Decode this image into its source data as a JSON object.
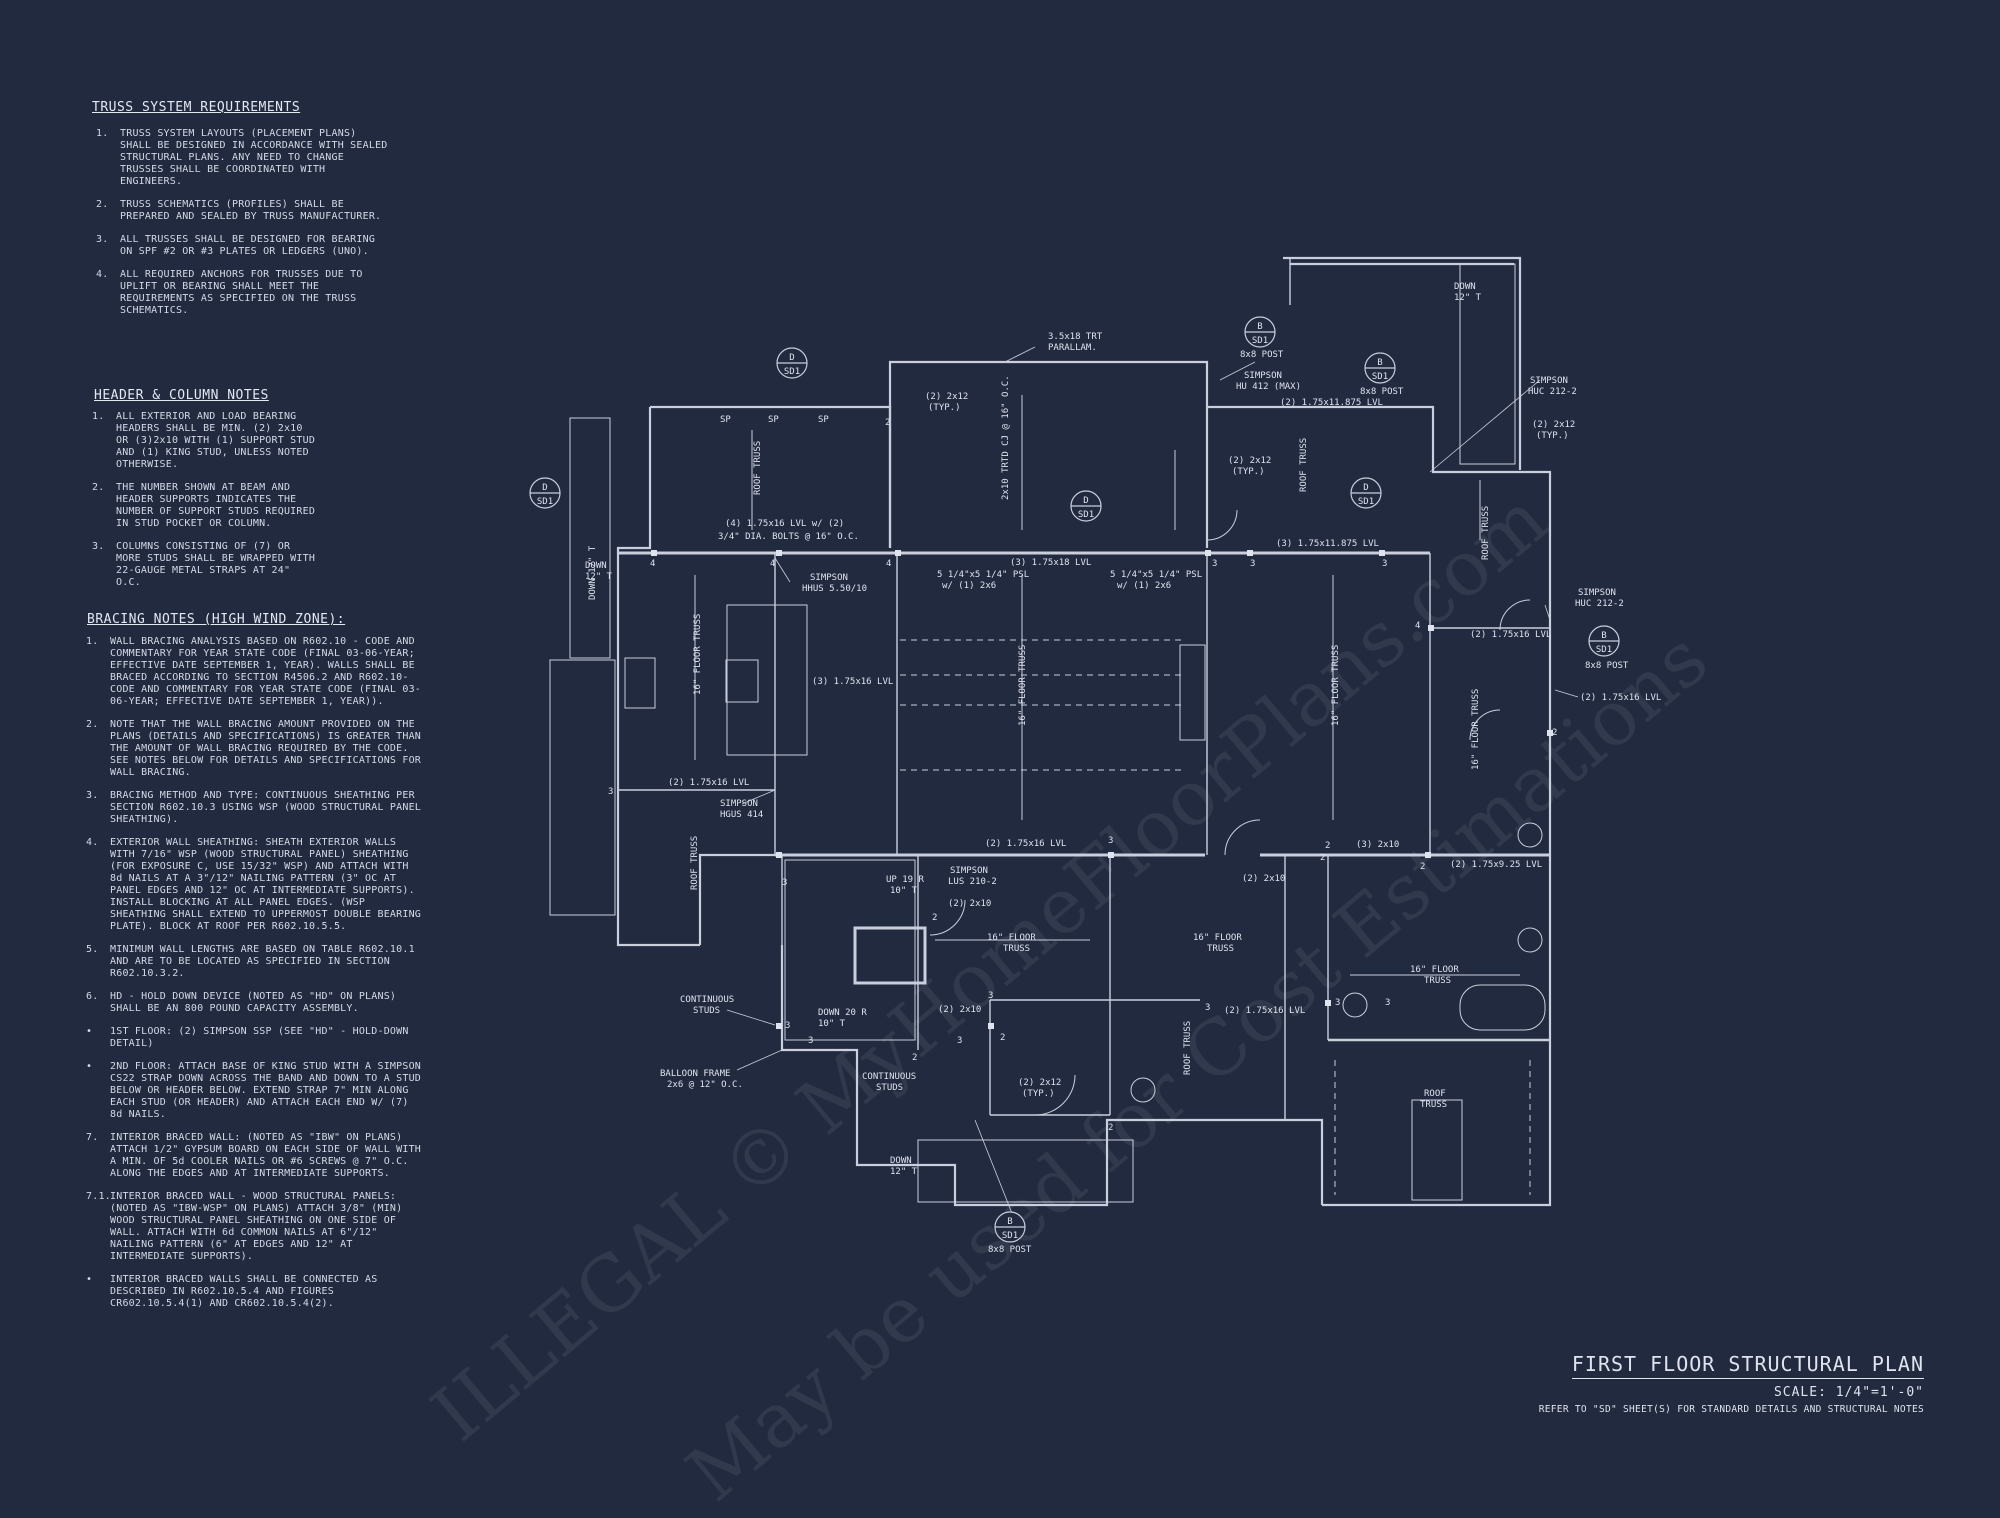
{
  "sections": {
    "truss": {
      "heading": "TRUSS SYSTEM REQUIREMENTS",
      "items": [
        {
          "num": "1.",
          "text": "TRUSS SYSTEM LAYOUTS (PLACEMENT PLANS) SHALL BE DESIGNED IN ACCORDANCE WITH SEALED STRUCTURAL PLANS. ANY NEED TO CHANGE TRUSSES SHALL BE COORDINATED WITH ENGINEERS."
        },
        {
          "num": "2.",
          "text": "TRUSS SCHEMATICS (PROFILES) SHALL BE PREPARED AND SEALED BY TRUSS MANUFACTURER."
        },
        {
          "num": "3.",
          "text": "ALL TRUSSES SHALL BE DESIGNED FOR BEARING ON SPF #2 OR #3 PLATES OR LEDGERS (UNO)."
        },
        {
          "num": "4.",
          "text": "ALL REQUIRED ANCHORS FOR TRUSSES DUE TO UPLIFT OR BEARING SHALL MEET THE REQUIREMENTS AS SPECIFIED ON THE TRUSS SCHEMATICS."
        }
      ]
    },
    "header": {
      "heading": "HEADER & COLUMN NOTES",
      "items": [
        {
          "num": "1.",
          "text": "ALL EXTERIOR AND LOAD BEARING HEADERS SHALL BE MIN. (2) 2x10 OR (3)2x10 WITH (1) SUPPORT STUD AND (1) KING STUD, UNLESS NOTED OTHERWISE."
        },
        {
          "num": "2.",
          "text": "THE NUMBER SHOWN AT BEAM AND HEADER SUPPORTS INDICATES THE NUMBER OF SUPPORT STUDS REQUIRED IN STUD POCKET OR COLUMN."
        },
        {
          "num": "3.",
          "text": "COLUMNS CONSISTING OF (7) OR MORE STUDS SHALL BE WRAPPED WITH 22-GAUGE METAL STRAPS AT 24\" O.C."
        }
      ]
    },
    "bracing": {
      "heading": "BRACING NOTES (HIGH WIND ZONE):",
      "items": [
        {
          "num": "1.",
          "text": "WALL BRACING ANALYSIS BASED ON R602.10 - CODE AND COMMENTARY FOR YEAR STATE CODE (FINAL 03-06-YEAR; EFFECTIVE DATE SEPTEMBER 1, YEAR). WALLS SHALL BE BRACED ACCORDING TO SECTION R4506.2 AND R602.10-CODE AND COMMENTARY FOR YEAR STATE CODE (FINAL 03-06-YEAR; EFFECTIVE DATE SEPTEMBER 1, YEAR))."
        },
        {
          "num": "2.",
          "text": "NOTE THAT THE WALL BRACING AMOUNT PROVIDED ON THE PLANS (DETAILS AND SPECIFICATIONS) IS GREATER THAN THE AMOUNT OF WALL BRACING REQUIRED BY THE CODE. SEE NOTES BELOW FOR DETAILS AND SPECIFICATIONS FOR WALL BRACING."
        },
        {
          "num": "3.",
          "text": "BRACING METHOD AND TYPE: CONTINUOUS SHEATHING PER SECTION R602.10.3 USING WSP (WOOD STRUCTURAL PANEL SHEATHING)."
        },
        {
          "num": "4.",
          "text": "EXTERIOR WALL SHEATHING: SHEATH EXTERIOR WALLS WITH 7/16\" WSP (WOOD STRUCTURAL PANEL) SHEATHING (FOR EXPOSURE C, USE 15/32\" WSP) AND ATTACH WITH 8d NAILS AT A 3\"/12\" NAILING PATTERN (3\" OC AT PANEL EDGES AND 12\" OC AT INTERMEDIATE SUPPORTS). INSTALL BLOCKING AT ALL PANEL EDGES. (WSP SHEATHING SHALL EXTEND TO UPPERMOST DOUBLE BEARING PLATE). BLOCK AT ROOF PER R602.10.5.5."
        },
        {
          "num": "5.",
          "text": "MINIMUM WALL LENGTHS ARE BASED ON TABLE R602.10.1 AND ARE TO BE LOCATED AS SPECIFIED IN SECTION R602.10.3.2."
        },
        {
          "num": "6.",
          "text": "HD - HOLD DOWN DEVICE (NOTED AS \"HD\" ON PLANS) SHALL BE AN 800 POUND CAPACITY ASSEMBLY."
        },
        {
          "num": "•",
          "text": "1ST FLOOR: (2) SIMPSON SSP (SEE \"HD\" - HOLD-DOWN DETAIL)"
        },
        {
          "num": "•",
          "text": "2ND FLOOR: ATTACH BASE OF KING STUD WITH A SIMPSON CS22 STRAP DOWN ACROSS THE BAND AND DOWN TO A STUD BELOW OR HEADER BELOW. EXTEND STRAP 7\" MIN ALONG EACH STUD (OR HEADER) AND ATTACH EACH END W/ (7) 8d NAILS."
        },
        {
          "num": "7.",
          "text": "INTERIOR BRACED WALL: (NOTED AS \"IBW\" ON PLANS) ATTACH 1/2\" GYPSUM BOARD ON EACH SIDE OF WALL WITH A MIN. OF 5d COOLER NAILS OR #6 SCREWS @ 7\" O.C. ALONG THE EDGES AND AT INTERMEDIATE SUPPORTS."
        },
        {
          "num": "7.1.",
          "text": "INTERIOR BRACED WALL - WOOD STRUCTURAL PANELS: (NOTED AS \"IBW-WSP\" ON PLANS) ATTACH 3/8\" (MIN) WOOD STRUCTURAL PANEL SHEATHING ON ONE SIDE OF WALL. ATTACH WITH 6d COMMON NAILS AT 6\"/12\" NAILING PATTERN (6\" AT EDGES AND 12\" AT INTERMEDIATE SUPPORTS)."
        },
        {
          "num": "•",
          "text": "INTERIOR BRACED WALLS SHALL BE CONNECTED AS DESCRIBED IN R602.10.5.4 AND FIGURES CR602.10.5.4(1) AND CR602.10.5.4(2)."
        }
      ]
    }
  },
  "plan_labels": [
    {
      "id": "l1",
      "text": "3.5x18 TRT"
    },
    {
      "id": "l2",
      "text": "PARALLAM."
    },
    {
      "id": "l3",
      "text": "(2) 2x12"
    },
    {
      "id": "l4",
      "text": "(TYP.)"
    },
    {
      "id": "l5",
      "text": "(4) 1.75x16 LVL w/ (2)"
    },
    {
      "id": "l6",
      "text": "3/4\" DIA. BOLTS @ 16\" O.C."
    },
    {
      "id": "l7",
      "text": "SIMPSON"
    },
    {
      "id": "l8",
      "text": "HHUS 5.50/10"
    },
    {
      "id": "l9",
      "text": "5 1/4\"x5 1/4\" PSL"
    },
    {
      "id": "l10",
      "text": "w/ (1) 2x6"
    },
    {
      "id": "l11",
      "text": "(3) 1.75x18 LVL"
    },
    {
      "id": "l12",
      "text": "5 1/4\"x5 1/4\" PSL"
    },
    {
      "id": "l13",
      "text": "w/ (1) 2x6"
    },
    {
      "id": "l14",
      "text": "SIMPSON"
    },
    {
      "id": "l15",
      "text": "HU 412 (MAX)"
    },
    {
      "id": "l16",
      "text": "8x8 POST"
    },
    {
      "id": "l17",
      "text": "(2) 1.75x11.875 LVL"
    },
    {
      "id": "l18",
      "text": "8x8 POST"
    },
    {
      "id": "l19",
      "text": "SIMPSON"
    },
    {
      "id": "l20",
      "text": "HUC 212-2"
    },
    {
      "id": "l21",
      "text": "(2) 2x12"
    },
    {
      "id": "l22",
      "text": "(TYP.)"
    },
    {
      "id": "l23",
      "text": "(2) 2x12"
    },
    {
      "id": "l24",
      "text": "(TYP.)"
    },
    {
      "id": "l25",
      "text": "(3) 1.75x11.875 LVL"
    },
    {
      "id": "l26",
      "text": "SIMPSON"
    },
    {
      "id": "l27",
      "text": "HUC 212-2"
    },
    {
      "id": "l28",
      "text": "(2) 1.75x16 LVL"
    },
    {
      "id": "l29",
      "text": "8x8 POST"
    },
    {
      "id": "l30",
      "text": "(2) 1.75x16 LVL"
    },
    {
      "id": "l31",
      "text": "(3) 1.75x16 LVL"
    },
    {
      "id": "l32",
      "text": "(2) 1.75x16 LVL"
    },
    {
      "id": "l33",
      "text": "SIMPSON"
    },
    {
      "id": "l34",
      "text": "HGUS 414"
    },
    {
      "id": "l35",
      "text": "(2) 1.75x16 LVL"
    },
    {
      "id": "l36",
      "text": "SIMPSON"
    },
    {
      "id": "l37",
      "text": "LUS 210-2"
    },
    {
      "id": "l38",
      "text": "(2) 2x10"
    },
    {
      "id": "l39",
      "text": "(2) 2x10"
    },
    {
      "id": "l40",
      "text": "(3) 2x10"
    },
    {
      "id": "l41",
      "text": "(2) 1.75x9.25 LVL"
    },
    {
      "id": "l42",
      "text": "CONTINUOUS"
    },
    {
      "id": "l43",
      "text": "STUDS"
    },
    {
      "id": "l44",
      "text": "(2) 2x10"
    },
    {
      "id": "l45",
      "text": "(2) 1.75x16 LVL"
    },
    {
      "id": "l46",
      "text": "BALLOON FRAME"
    },
    {
      "id": "l47",
      "text": "2x6 @ 12\" O.C."
    },
    {
      "id": "l48",
      "text": "CONTINUOUS"
    },
    {
      "id": "l49",
      "text": "STUDS"
    },
    {
      "id": "l50",
      "text": "(2) 2x12"
    },
    {
      "id": "l51",
      "text": "(TYP.)"
    },
    {
      "id": "l52",
      "text": "8x8 POST"
    },
    {
      "id": "l53",
      "text": "DOWN"
    },
    {
      "id": "l54",
      "text": "12\" T"
    },
    {
      "id": "l55",
      "text": "UP 19 R"
    },
    {
      "id": "l56",
      "text": "10\" T"
    },
    {
      "id": "l57",
      "text": "DOWN 20 R"
    },
    {
      "id": "l58",
      "text": "10\" T"
    },
    {
      "id": "l59",
      "text": "DOWN"
    },
    {
      "id": "l60",
      "text": "12\" T"
    },
    {
      "id": "l61",
      "text": "DOWN"
    },
    {
      "id": "l62",
      "text": "12\" T"
    },
    {
      "id": "l63",
      "text": "16\" FLOOR"
    },
    {
      "id": "l64",
      "text": "TRUSS"
    },
    {
      "id": "l65",
      "text": "16\" FLOOR"
    },
    {
      "id": "l66",
      "text": "TRUSS"
    },
    {
      "id": "l67",
      "text": "16\" FLOOR"
    },
    {
      "id": "l68",
      "text": "TRUSS"
    },
    {
      "id": "l69",
      "text": "ROOF"
    },
    {
      "id": "l70",
      "text": "TRUSS"
    },
    {
      "id": "l71",
      "text": "SP"
    },
    {
      "id": "l72",
      "text": "SP"
    },
    {
      "id": "l73",
      "text": "SP"
    }
  ],
  "vertical_labels": [
    {
      "id": "v1",
      "text": "ROOF TRUSS"
    },
    {
      "id": "v2",
      "text": "2x10 TRTD CJ @ 16\" O.C."
    },
    {
      "id": "v3",
      "text": "ROOF TRUSS"
    },
    {
      "id": "v4",
      "text": "ROOF TRUSS"
    },
    {
      "id": "v5",
      "text": "16\" FLOOR TRUSS"
    },
    {
      "id": "v6",
      "text": "16\" FLOOR TRUSS"
    },
    {
      "id": "v7",
      "text": "16\" FLOOR TRUSS"
    },
    {
      "id": "v8",
      "text": "16\" FLOOR TRUSS"
    },
    {
      "id": "v9",
      "text": "ROOF TRUSS"
    },
    {
      "id": "v10",
      "text": "ROOF TRUSS"
    },
    {
      "id": "v11",
      "text": "DOWN 12\" T"
    }
  ],
  "detail_tags": [
    {
      "id": "t1",
      "letter": "D",
      "sheet": "SD1"
    },
    {
      "id": "t2",
      "letter": "D",
      "sheet": "SD1"
    },
    {
      "id": "t3",
      "letter": "B",
      "sheet": "SD1"
    },
    {
      "id": "t4",
      "letter": "B",
      "sheet": "SD1"
    },
    {
      "id": "t5",
      "letter": "D",
      "sheet": "SD1"
    },
    {
      "id": "t6",
      "letter": "D",
      "sheet": "SD1"
    },
    {
      "id": "t7",
      "letter": "B",
      "sheet": "SD1"
    },
    {
      "id": "t8",
      "letter": "B",
      "sheet": "SD1"
    }
  ],
  "stud_counts": [
    {
      "id": "n1",
      "text": "2"
    },
    {
      "id": "n2",
      "text": "4"
    },
    {
      "id": "n3",
      "text": "4"
    },
    {
      "id": "n4",
      "text": "4"
    },
    {
      "id": "n5",
      "text": "3"
    },
    {
      "id": "n6",
      "text": "3"
    },
    {
      "id": "n7",
      "text": "3"
    },
    {
      "id": "n8",
      "text": "3"
    },
    {
      "id": "n9",
      "text": "4"
    },
    {
      "id": "n10",
      "text": "2"
    },
    {
      "id": "n11",
      "text": "3"
    },
    {
      "id": "n12",
      "text": "2"
    },
    {
      "id": "n13",
      "text": "2"
    },
    {
      "id": "n14",
      "text": "3"
    },
    {
      "id": "n15",
      "text": "2"
    },
    {
      "id": "n16",
      "text": "3"
    },
    {
      "id": "n17",
      "text": "3"
    },
    {
      "id": "n18",
      "text": "3"
    },
    {
      "id": "n19",
      "text": "2"
    },
    {
      "id": "n20",
      "text": "3"
    },
    {
      "id": "n21",
      "text": "3"
    },
    {
      "id": "n22",
      "text": "3"
    },
    {
      "id": "n23",
      "text": "2"
    },
    {
      "id": "n24",
      "text": "2"
    },
    {
      "id": "n25",
      "text": "2"
    },
    {
      "id": "n26",
      "text": "3"
    }
  ],
  "title_block": {
    "title": "FIRST FLOOR STRUCTURAL PLAN",
    "scale": "SCALE: 1/4\"=1'-0\"",
    "reference": "REFER TO \"SD\" SHEET(S) FOR STANDARD DETAILS AND STRUCTURAL NOTES"
  },
  "watermark": {
    "line1": "ILLEGAL © MyHomeFloorPlans.com",
    "line2": "May be used for Cost Estimations"
  },
  "colors": {
    "background": "#222a3f",
    "ink": "#dfe3ee",
    "watermark": "rgba(255,255,255,0.07)"
  }
}
